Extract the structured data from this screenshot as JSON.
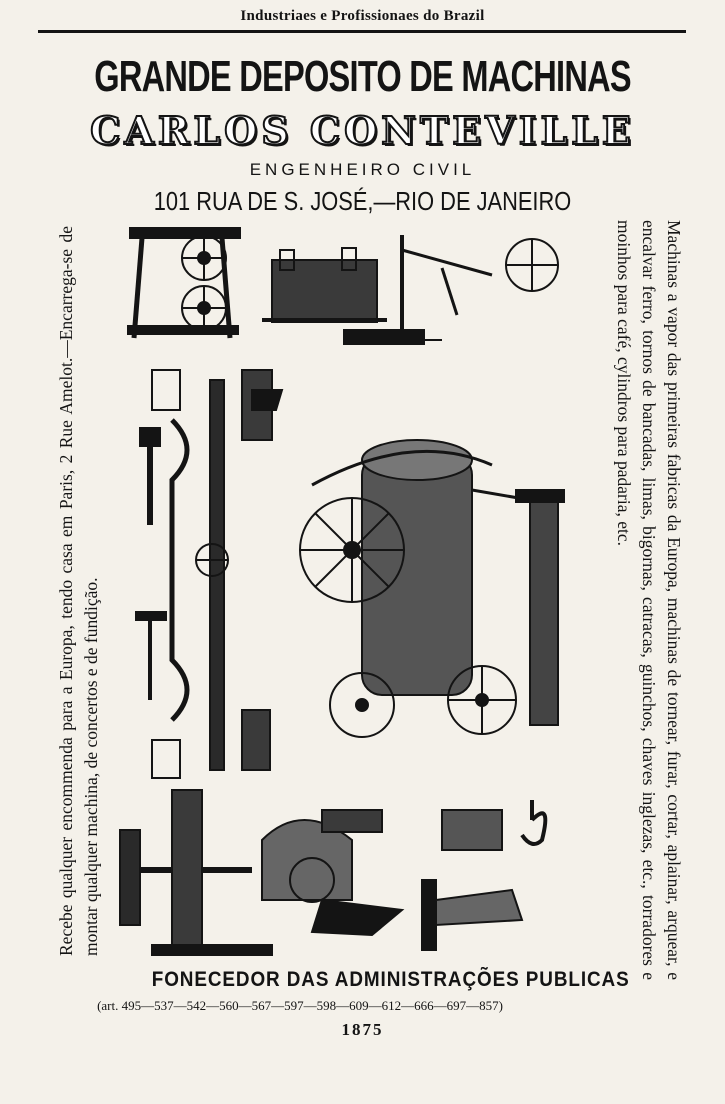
{
  "running_head": "Industriaes e Profissionaes do Brazil",
  "title": "GRANDE DEPOSITO DE MACHINAS",
  "company_name": "CARLOS CONTEVILLE",
  "profession": "ENGENHEIRO CIVIL",
  "address": "101 RUA DE S. JOSÉ,—RIO DE JANEIRO",
  "right_column": "Machinas a vapor das primeiras fabricas da Europa, machinas de tornear, furar, cortar, aplainar, arquear, e encalvar ferro, tornos de bancadas, limas, bigornas, catracas, guinchos, chaves inglezas, etc., torradores e moinhos para café, cylindros para padaria, etc.",
  "left_column": "Recebe qualquer encommenda para a Europa, tendo casa em Paris, 2 Rue Amelot.—Encarrega-se de montar qualquer machina, de concertos e de fundição.",
  "footer_line": "FONECEDOR DAS ADMINISTRAÇÕES PUBLICAS",
  "articles": "(art. 495—537—542—560—567—597—598—609—612—666—697—857)",
  "year": "1875",
  "colors": {
    "ink": "#141414",
    "paper": "#f4f1ea"
  }
}
